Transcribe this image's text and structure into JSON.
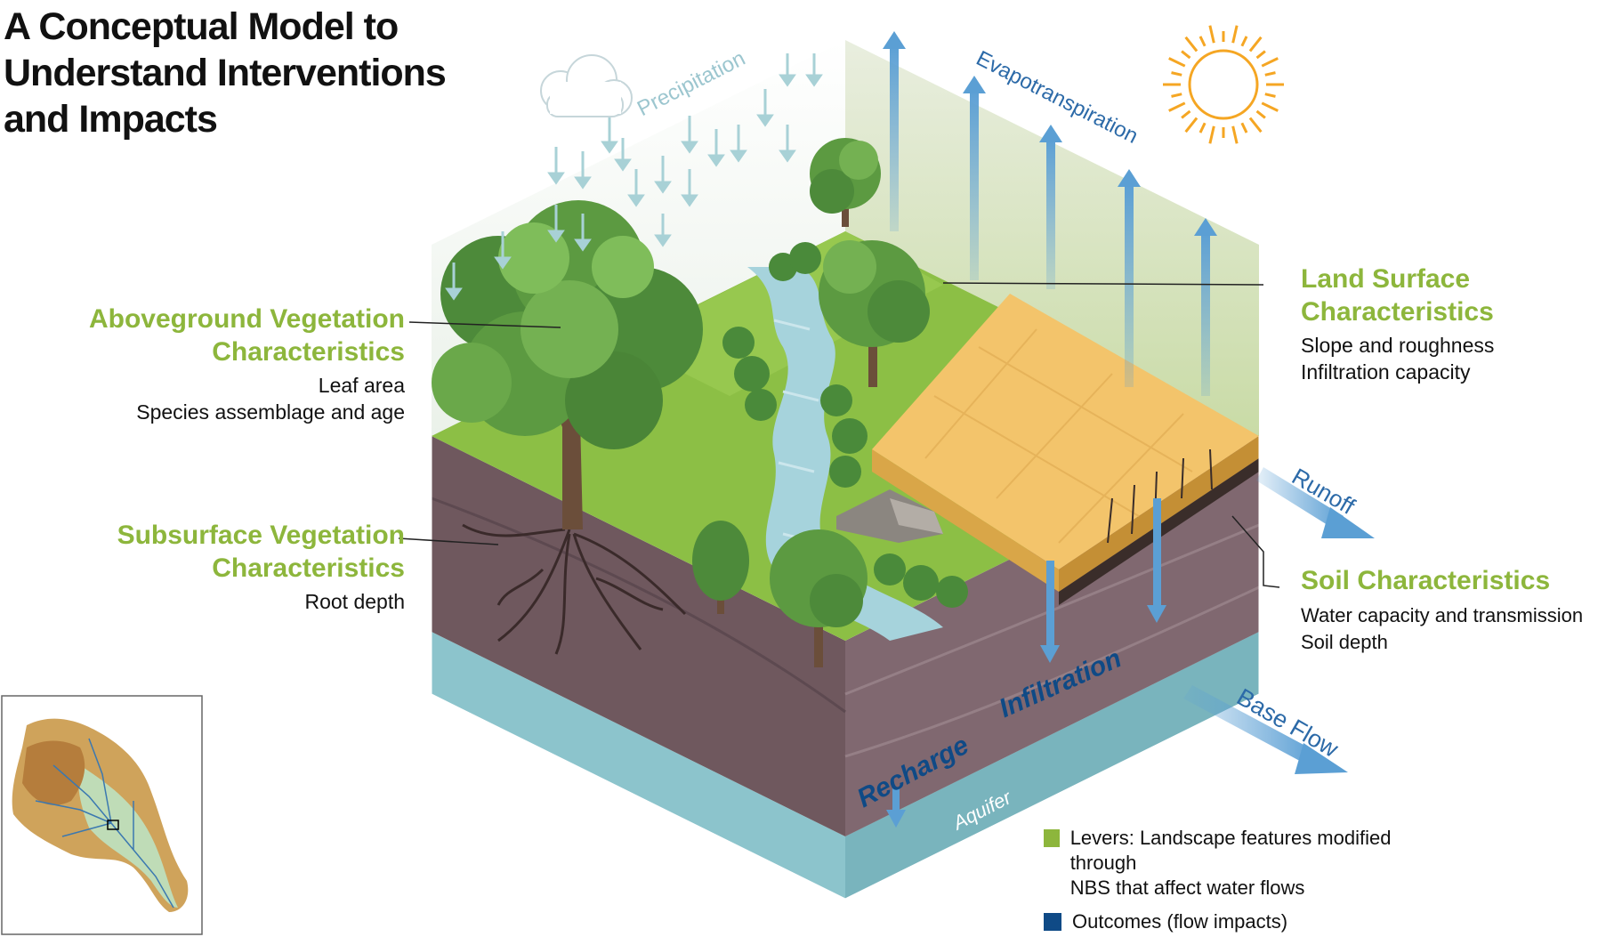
{
  "title": "A Conceptual Model to Understand Interventions and Impacts",
  "title_lines": [
    "A Conceptual Model to",
    "Understand Interventions",
    "and Impacts"
  ],
  "labels": {
    "aboveground": {
      "heading_lines": [
        "Aboveground Vegetation",
        "Characteristics"
      ],
      "items": [
        "Leaf area",
        "Species assemblage and age"
      ]
    },
    "subsurface": {
      "heading_lines": [
        "Subsurface Vegetation",
        "Characteristics"
      ],
      "items": [
        "Root depth"
      ]
    },
    "land_surface": {
      "heading_lines": [
        "Land Surface",
        "Characteristics"
      ],
      "items": [
        "Slope and roughness",
        "Infiltration capacity"
      ]
    },
    "soil": {
      "heading": "Soil Characteristics",
      "items": [
        "Water capacity and transmission",
        "Soil depth"
      ]
    }
  },
  "flows": {
    "precipitation": "Precipitation",
    "evapotranspiration": "Evapotranspiration",
    "runoff": "Runoff",
    "infiltration": "Infiltration",
    "recharge": "Recharge",
    "base_flow": "Base Flow",
    "aquifer": "Aquifer"
  },
  "legend": [
    {
      "color": "#8db63c",
      "lines": [
        "Levers: Landscape features modified through",
        "NBS that affect water flows"
      ]
    },
    {
      "color": "#0f4a86",
      "lines": [
        "Outcomes (flow impacts)"
      ]
    }
  ],
  "colors": {
    "lever_green": "#8db63c",
    "outcome_blue": "#0f4a86",
    "arrow_blue": "#5b9fd4",
    "soil": "#7a6268",
    "aquifer": "#8cc4cc",
    "grass": "#8cbf45",
    "wheat": "#f3c46b",
    "sun": "#f5a623"
  },
  "icons": [
    "cloud-icon",
    "sun-icon",
    "watershed-map-icon"
  ]
}
